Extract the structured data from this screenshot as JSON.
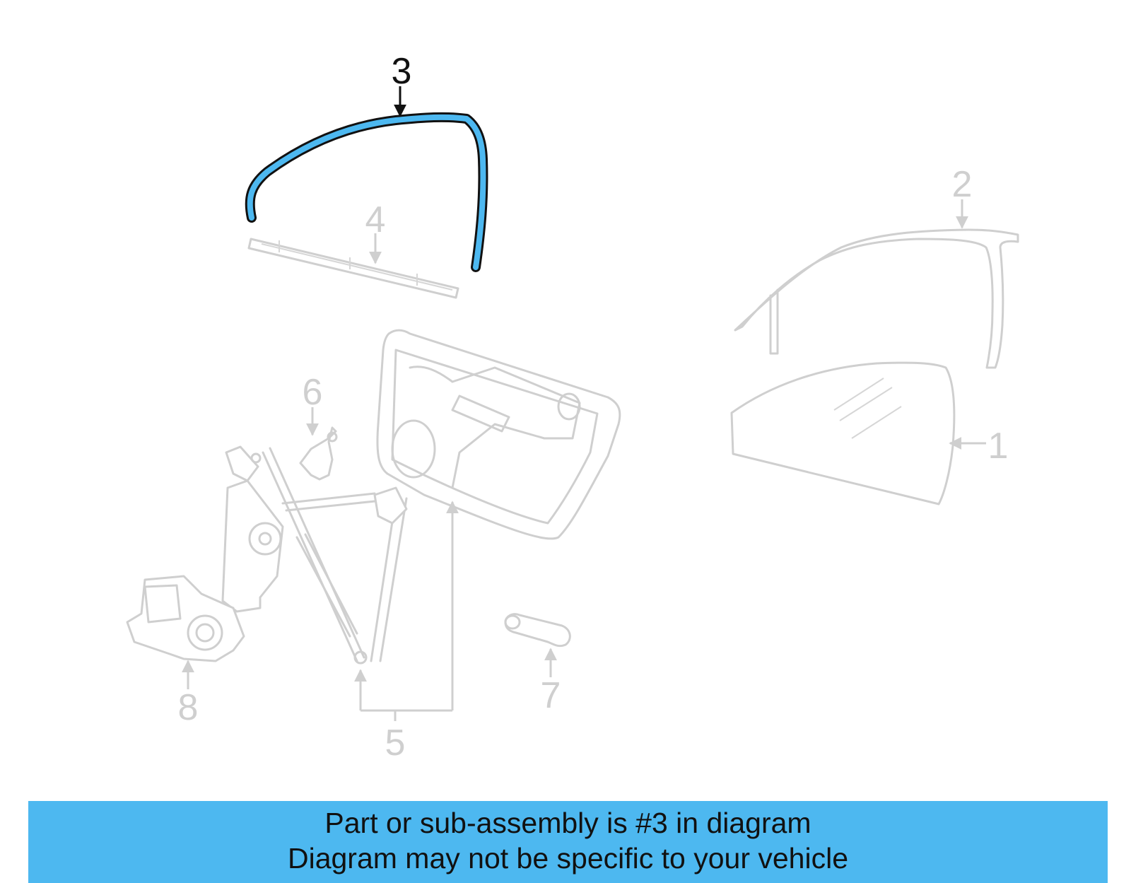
{
  "diagram": {
    "callouts": [
      {
        "id": "1",
        "label": "1"
      },
      {
        "id": "2",
        "label": "2"
      },
      {
        "id": "3",
        "label": "3"
      },
      {
        "id": "4",
        "label": "4"
      },
      {
        "id": "5",
        "label": "5"
      },
      {
        "id": "6",
        "label": "6"
      },
      {
        "id": "7",
        "label": "7"
      },
      {
        "id": "8",
        "label": "8"
      }
    ],
    "highlighted_part": "3"
  },
  "caption": {
    "line1": "Part or sub-assembly is #3 in diagram",
    "line2": "Diagram may not be specific to your vehicle"
  },
  "colors": {
    "highlight": "#4db8f0",
    "caption_bg": "#4db8f0",
    "faded": "#cfcfcf",
    "ink": "#111111"
  }
}
